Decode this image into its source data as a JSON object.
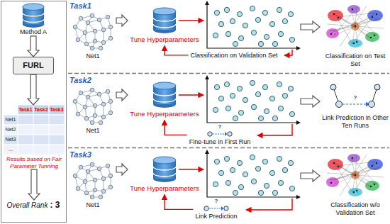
{
  "diagram": {
    "nodes": [
      {
        "text": [
          "Method A"
        ]
      },
      {
        "text": [
          "FURL"
        ]
      },
      {
        "text": [
          "Results based on Fair Parameter Tunning"
        ]
      },
      {
        "text": [
          "Overall Rank",
          ": 3"
        ]
      },
      {
        "text": [
          "Net1"
        ]
      },
      {
        "text": [
          "Tune Hyperparameters"
        ]
      },
      {
        "text": [
          "Classification on Validation Set"
        ]
      },
      {
        "text": [
          "Classification on Test Set"
        ]
      },
      {
        "text": [
          "Net1"
        ]
      },
      {
        "text": [
          "Tune Hyperparameters"
        ]
      },
      {
        "text": [
          "Fine-tune in First Run"
        ]
      },
      {
        "text": [
          "Link Prediction in Other Ten Runs"
        ]
      },
      {
        "text": [
          "Net1"
        ]
      },
      {
        "text": [
          "Tune Hyperparameters"
        ]
      },
      {
        "text": [
          "Link Prediction"
        ]
      },
      {
        "text": [
          "Classification w/o Validation Set"
        ]
      }
    ],
    "edges": [
      {
        "from": 0,
        "to": 1,
        "arrow": "to"
      },
      {
        "from": 1,
        "to": 2,
        "arrow": "to"
      },
      {
        "from": 2,
        "to": 3,
        "arrow": "to"
      },
      {
        "from": 4,
        "to": 5,
        "arrow": "to"
      },
      {
        "from": 6,
        "to": 5,
        "arrow": "to"
      },
      {
        "from": 8,
        "to": 9,
        "arrow": "to"
      },
      {
        "from": 10,
        "to": 9,
        "arrow": "to"
      },
      {
        "from": 12,
        "to": 13,
        "arrow": "to"
      },
      {
        "from": 14,
        "to": 13,
        "arrow": "to"
      }
    ],
    "labels": [
      "Task1",
      "Task2",
      "Task3",
      "Net1",
      "Net2",
      "Net3",
      "...",
      "Task1",
      "Task2",
      "?",
      "?",
      "Task3",
      "?"
    ]
  }
}
